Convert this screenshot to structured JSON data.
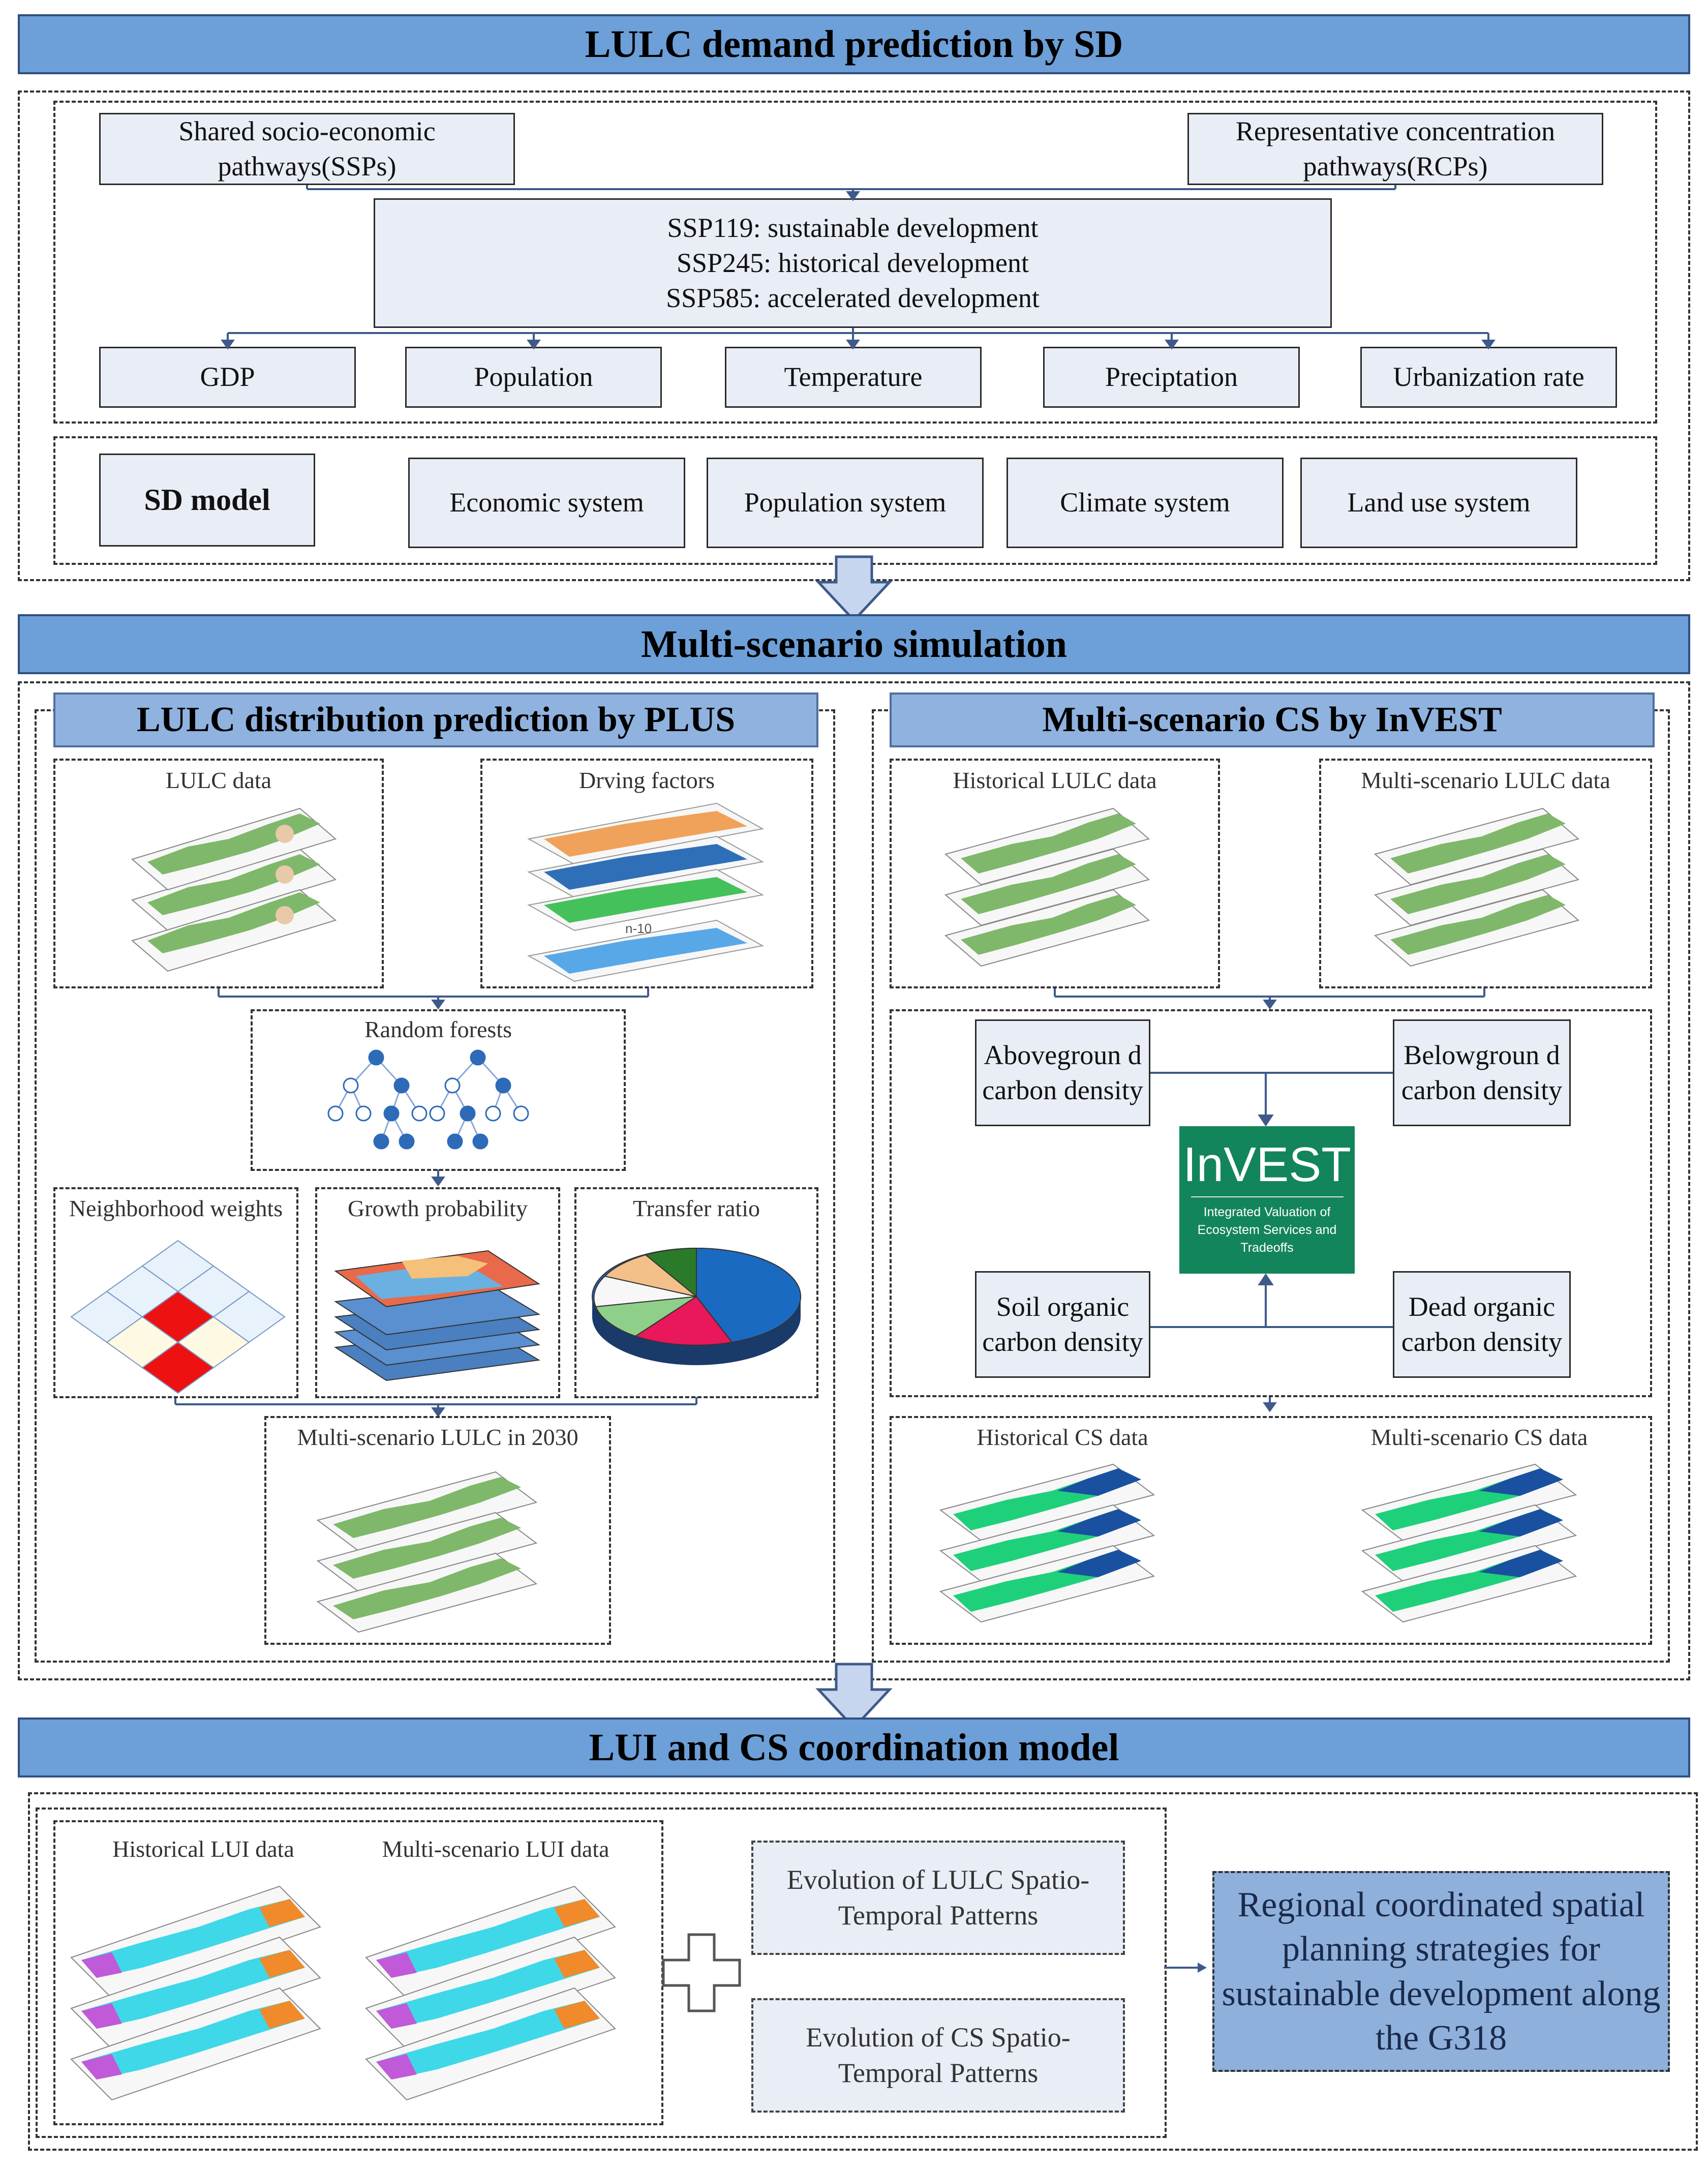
{
  "section1": {
    "title": "LULC demand prediction by SD",
    "ssp_box": "Shared socio-economic pathways(SSPs)",
    "rcp_box": "Representative concentration pathways(RCPs)",
    "scenarios": [
      "SSP119: sustainable development",
      "SSP245: historical development",
      "SSP585: accelerated development"
    ],
    "factors": [
      "GDP",
      "Population",
      "Temperature",
      "Preciptation",
      "Urbanization rate"
    ],
    "sd_model": "SD model",
    "systems": [
      "Economic system",
      "Population system",
      "Climate system",
      "Land use system"
    ]
  },
  "section2": {
    "title": "Multi-scenario simulation",
    "plus": {
      "title": "LULC distribution prediction by PLUS",
      "lulc_data": "LULC data",
      "driving_factors": "Drving factors",
      "n_label": "n-10",
      "random_forests": "Random forests",
      "neighborhood": "Neighborhood weights",
      "growth": "Growth probability",
      "transfer": "Transfer ratio",
      "output": "Multi-scenario LULC in 2030"
    },
    "invest": {
      "title": "Multi-scenario CS by InVEST",
      "historical_lulc": "Historical LULC data",
      "scenario_lulc": "Multi-scenario LULC data",
      "above": "Abovegroun d carbon density",
      "below": "Belowgroun d carbon density",
      "soil": "Soil organic carbon density",
      "dead": "Dead organic carbon density",
      "logo_name": "InVEST",
      "logo_sub": "Integrated Valuation of Ecosystem Services and Tradeoffs",
      "historical_cs": "Historical CS data",
      "scenario_cs": "Multi-scenario CS data"
    }
  },
  "section3": {
    "title": "LUI and CS coordination model",
    "historical_lui": "Historical LUI data",
    "scenario_lui": "Multi-scenario LUI data",
    "lulc_evolution": "Evolution of LULC Spatio-Temporal Patterns",
    "cs_evolution": "Evolution of CS Spatio-Temporal Patterns",
    "strategy": "Regional coordinated spatial planning strategies for sustainable development along the G318"
  },
  "colors": {
    "banner": "#6d9fd8",
    "box_fill": "#e9edf6",
    "connector": "#3e5a8a",
    "invest_green": "#13855a"
  }
}
